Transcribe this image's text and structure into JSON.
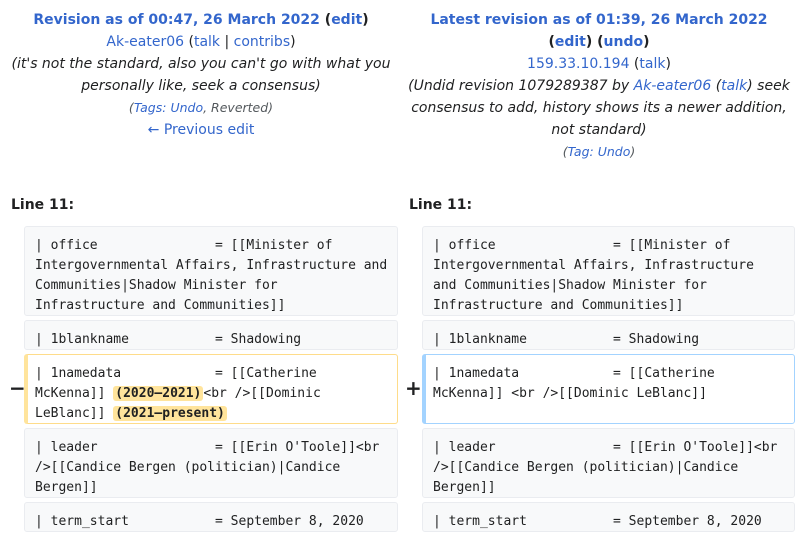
{
  "left": {
    "title_prefix": "Revision as of 00:47, 26 March 2022",
    "paren_open": " (",
    "edit": "edit",
    "paren_close": ")",
    "user": "Ak-eater06",
    "talk": "talk",
    "sep": " | ",
    "contribs": "contribs",
    "summary": "(it's not the standard, also you can't go with what you personally like, seek a consensus)",
    "tags_label": "Tags: ",
    "tag_undo": "Undo",
    "tag_rest": ", Reverted",
    "prev_edit": "← Previous edit",
    "line_label": "Line 11:"
  },
  "right": {
    "title_prefix": "Latest revision as of 01:39, 26 March 2022",
    "edit": "edit",
    "undo": "undo",
    "ip": "159.33.10.194",
    "talk": "talk",
    "summary_prefix": "(Undid revision 1079289387 by ",
    "summary_user": "Ak-eater06",
    "summary_talk": "talk",
    "summary_rest": "seek consensus to add, history shows its a newer addition, not standard)",
    "tag_label": "Tag: ",
    "tag_undo": "Undo",
    "line_label": "Line 11:"
  },
  "diff": {
    "del_marker": "−",
    "add_marker": "+",
    "office": "| office               = [[Minister of Intergovernmental Affairs, Infrastructure and Communities|Shadow Minister for Infrastructure and Communities]]",
    "blankname": "| 1blankname           = Shadowing",
    "namedata_left_a": "| 1namedata            = [[Catherine McKenna]] ",
    "namedata_left_hl1": "(2020–2021)",
    "namedata_left_b": "<br />[[Dominic LeBlanc]] ",
    "namedata_left_hl2": "(2021–present)",
    "namedata_right": "| 1namedata            = [[Catherine McKenna]] <br />[[Dominic LeBlanc]]",
    "leader": "| leader               = [[Erin O'Toole]]<br />[[Candice Bergen (politician)|Candice Bergen]]",
    "term_start": "| term_start           = September 8, 2020"
  }
}
